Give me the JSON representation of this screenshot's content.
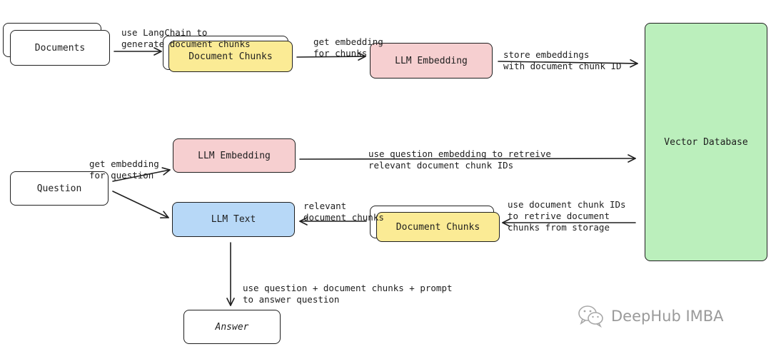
{
  "nodes": {
    "documents": "Documents",
    "doc_chunks_top": "Document Chunks",
    "llm_embedding_top": "LLM Embedding",
    "vector_db": "Vector Database",
    "llm_embedding_mid": "LLM Embedding",
    "question": "Question",
    "llm_text": "LLM Text",
    "doc_chunks_bottom": "Document Chunks",
    "answer": "Answer"
  },
  "labels": {
    "langchain": [
      "use LangChain to",
      "generate document chunks"
    ],
    "embed_chunks": [
      "get embedding",
      "for chunks"
    ],
    "store": [
      "store embeddings",
      "with document chunk ID"
    ],
    "embed_question": [
      "get embedding",
      "for question"
    ],
    "retrieve_ids": [
      "use question embedding to retreive",
      "relevant document chunk IDs"
    ],
    "relevant_chunks": [
      "relevant",
      "document chunks"
    ],
    "retrieve_storage": [
      "use document chunk IDs",
      "to retrive document",
      "chunks from storage"
    ],
    "answer_prompt": [
      "use question + document chunks + prompt",
      "to answer question"
    ]
  },
  "watermark": "DeepHub IMBA",
  "colors": {
    "chunks": "#fbeb95",
    "embedding": "#f6cfd0",
    "llm_text": "#b7d8f7",
    "vector_db": "#bbefbc",
    "stroke": "#1f1f1f",
    "watermark": "#9a9a9a"
  }
}
